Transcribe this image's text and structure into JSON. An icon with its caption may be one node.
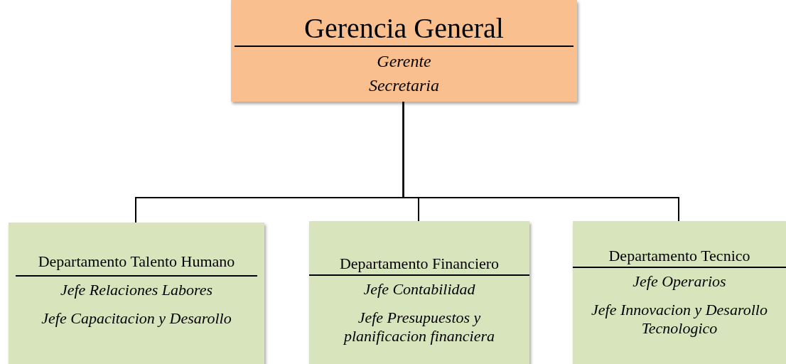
{
  "diagram": {
    "nodes": [
      {
        "text": [
          "Gerencia General",
          "Gerente",
          "Secretaria"
        ]
      },
      {
        "text": [
          "Departamento Talento Humano",
          "Jefe Relaciones Labores",
          "Jefe Capacitacion y Desarollo"
        ]
      },
      {
        "text": [
          "Departamento Financiero",
          "Jefe Contabilidad",
          "Jefe Presupuestos y planificacion financiera"
        ]
      },
      {
        "text": [
          "Departamento Tecnico",
          "Jefe Operarios",
          "Jefe Innovacion y Desarollo Tecnologico"
        ]
      }
    ],
    "edges": [
      {
        "from": 0,
        "to": 1,
        "arrow": "none"
      },
      {
        "from": 0,
        "to": 2,
        "arrow": "none"
      },
      {
        "from": 0,
        "to": 3,
        "arrow": "none"
      }
    ]
  }
}
